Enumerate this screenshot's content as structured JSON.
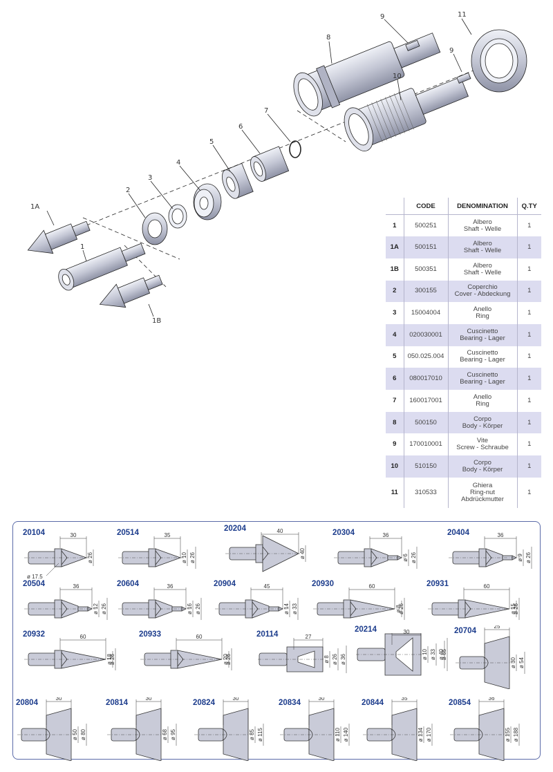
{
  "callouts": [
    "1",
    "1A",
    "1B",
    "2",
    "3",
    "4",
    "5",
    "6",
    "7",
    "8",
    "9",
    "9",
    "10",
    "11"
  ],
  "table": {
    "headers": [
      "",
      "CODE",
      "DENOMINATION",
      "Q.TY"
    ],
    "rows": [
      {
        "pos": "1",
        "code": "500251",
        "den1": "Albero",
        "den2": "Shaft - Welle",
        "den3": "",
        "qty": "1"
      },
      {
        "pos": "1A",
        "code": "500151",
        "den1": "Albero",
        "den2": "Shaft - Welle",
        "den3": "",
        "qty": "1"
      },
      {
        "pos": "1B",
        "code": "500351",
        "den1": "Albero",
        "den2": "Shaft - Welle",
        "den3": "",
        "qty": "1"
      },
      {
        "pos": "2",
        "code": "300155",
        "den1": "Coperchio",
        "den2": "Cover - Abdeckung",
        "den3": "",
        "qty": "1"
      },
      {
        "pos": "3",
        "code": "15004004",
        "den1": "Anello",
        "den2": "Ring",
        "den3": "",
        "qty": "1"
      },
      {
        "pos": "4",
        "code": "020030001",
        "den1": "Cuscinetto",
        "den2": "Bearing - Lager",
        "den3": "",
        "qty": "1"
      },
      {
        "pos": "5",
        "code": "050.025.004",
        "den1": "Cuscinetto",
        "den2": "Bearing - Lager",
        "den3": "",
        "qty": "1"
      },
      {
        "pos": "6",
        "code": "080017010",
        "den1": "Cuscinetto",
        "den2": "Bearing - Lager",
        "den3": "",
        "qty": "1"
      },
      {
        "pos": "7",
        "code": "160017001",
        "den1": "Anello",
        "den2": "Ring",
        "den3": "",
        "qty": "1"
      },
      {
        "pos": "8",
        "code": "500150",
        "den1": "Corpo",
        "den2": "Body - Körper",
        "den3": "",
        "qty": "1"
      },
      {
        "pos": "9",
        "code": "170010001",
        "den1": "Vite",
        "den2": "Screw - Schraube",
        "den3": "",
        "qty": "1"
      },
      {
        "pos": "10",
        "code": "510150",
        "den1": "Corpo",
        "den2": "Body - Körper",
        "den3": "",
        "qty": "1"
      },
      {
        "pos": "11",
        "code": "310533",
        "den1": "Ghiera",
        "den2": "Ring-nut",
        "den3": "Abdrückmutter",
        "qty": "1"
      }
    ]
  },
  "tips": [
    {
      "code": "20104",
      "len": "30",
      "d1": "ø 26",
      "d2": "",
      "note": "ø 17.5",
      "shape": "cone"
    },
    {
      "code": "20514",
      "len": "35",
      "d1": "ø 10",
      "d2": "ø 26",
      "note": "",
      "shape": "cone"
    },
    {
      "code": "20204",
      "len": "40",
      "d1": "ø 40",
      "d2": "",
      "note": "",
      "shape": "bigcone"
    },
    {
      "code": "20304",
      "len": "36",
      "d1": "ø 6",
      "d2": "ø 26",
      "note": "",
      "shape": "pin"
    },
    {
      "code": "20404",
      "len": "36",
      "d1": "ø 9",
      "d2": "ø 26",
      "note": "",
      "shape": "pin"
    },
    {
      "code": "20504",
      "len": "36",
      "d1": "ø 12",
      "d2": "ø 26",
      "note": "",
      "shape": "pin"
    },
    {
      "code": "20604",
      "len": "36",
      "d1": "ø 16",
      "d2": "ø 26",
      "note": "",
      "shape": "pin"
    },
    {
      "code": "20904",
      "len": "45",
      "d1": "ø 14",
      "d2": "ø 33",
      "note": "",
      "shape": "pin"
    },
    {
      "code": "20930",
      "len": "60",
      "d1": "ø 8",
      "d2": "ø 26",
      "note": "",
      "shape": "longcone"
    },
    {
      "code": "20931",
      "len": "60",
      "d1": "ø 15",
      "d2": "ø 26",
      "note": "",
      "shape": "longcone"
    },
    {
      "code": "20932",
      "len": "60",
      "d1": "ø 18",
      "d2": "ø 26",
      "note": "",
      "shape": "longcone"
    },
    {
      "code": "20933",
      "len": "60",
      "d1": "ø 20",
      "d2": "ø 26",
      "note": "",
      "shape": "longcone"
    },
    {
      "code": "20114",
      "len": "27",
      "d1": "ø 8",
      "d2": "ø 26",
      "d3": "ø 36",
      "note": "",
      "shape": "hollow"
    },
    {
      "code": "20214",
      "len": "30",
      "d1": "ø 10",
      "d2": "ø 33",
      "d3": "ø 40",
      "d4": "ø 65",
      "note": "",
      "shape": "hollowbig"
    },
    {
      "code": "20704",
      "len": "25",
      "d1": "ø 30",
      "d2": "ø 54",
      "note": "",
      "shape": "bell"
    },
    {
      "code": "20804",
      "len": "30",
      "d1": "ø 50",
      "d2": "ø 80",
      "note": "",
      "shape": "bell"
    },
    {
      "code": "20814",
      "len": "30",
      "d1": "ø 68",
      "d2": "ø 95",
      "note": "",
      "shape": "bell"
    },
    {
      "code": "20824",
      "len": "30",
      "d1": "ø 85",
      "d2": "ø 115",
      "note": "",
      "shape": "bell"
    },
    {
      "code": "20834",
      "len": "30",
      "d1": "ø 110",
      "d2": "ø 140",
      "note": "",
      "shape": "bell"
    },
    {
      "code": "20844",
      "len": "35",
      "d1": "ø 134",
      "d2": "ø 170",
      "note": "",
      "shape": "bell"
    },
    {
      "code": "20854",
      "len": "36",
      "d1": "ø 155",
      "d2": "ø 188",
      "note": "",
      "shape": "bell"
    }
  ],
  "colors": {
    "accent": "#1c3c8c",
    "row_tint": "#dcdcf0",
    "metal": "#c9cbd8",
    "border": "#5a6aa8"
  }
}
